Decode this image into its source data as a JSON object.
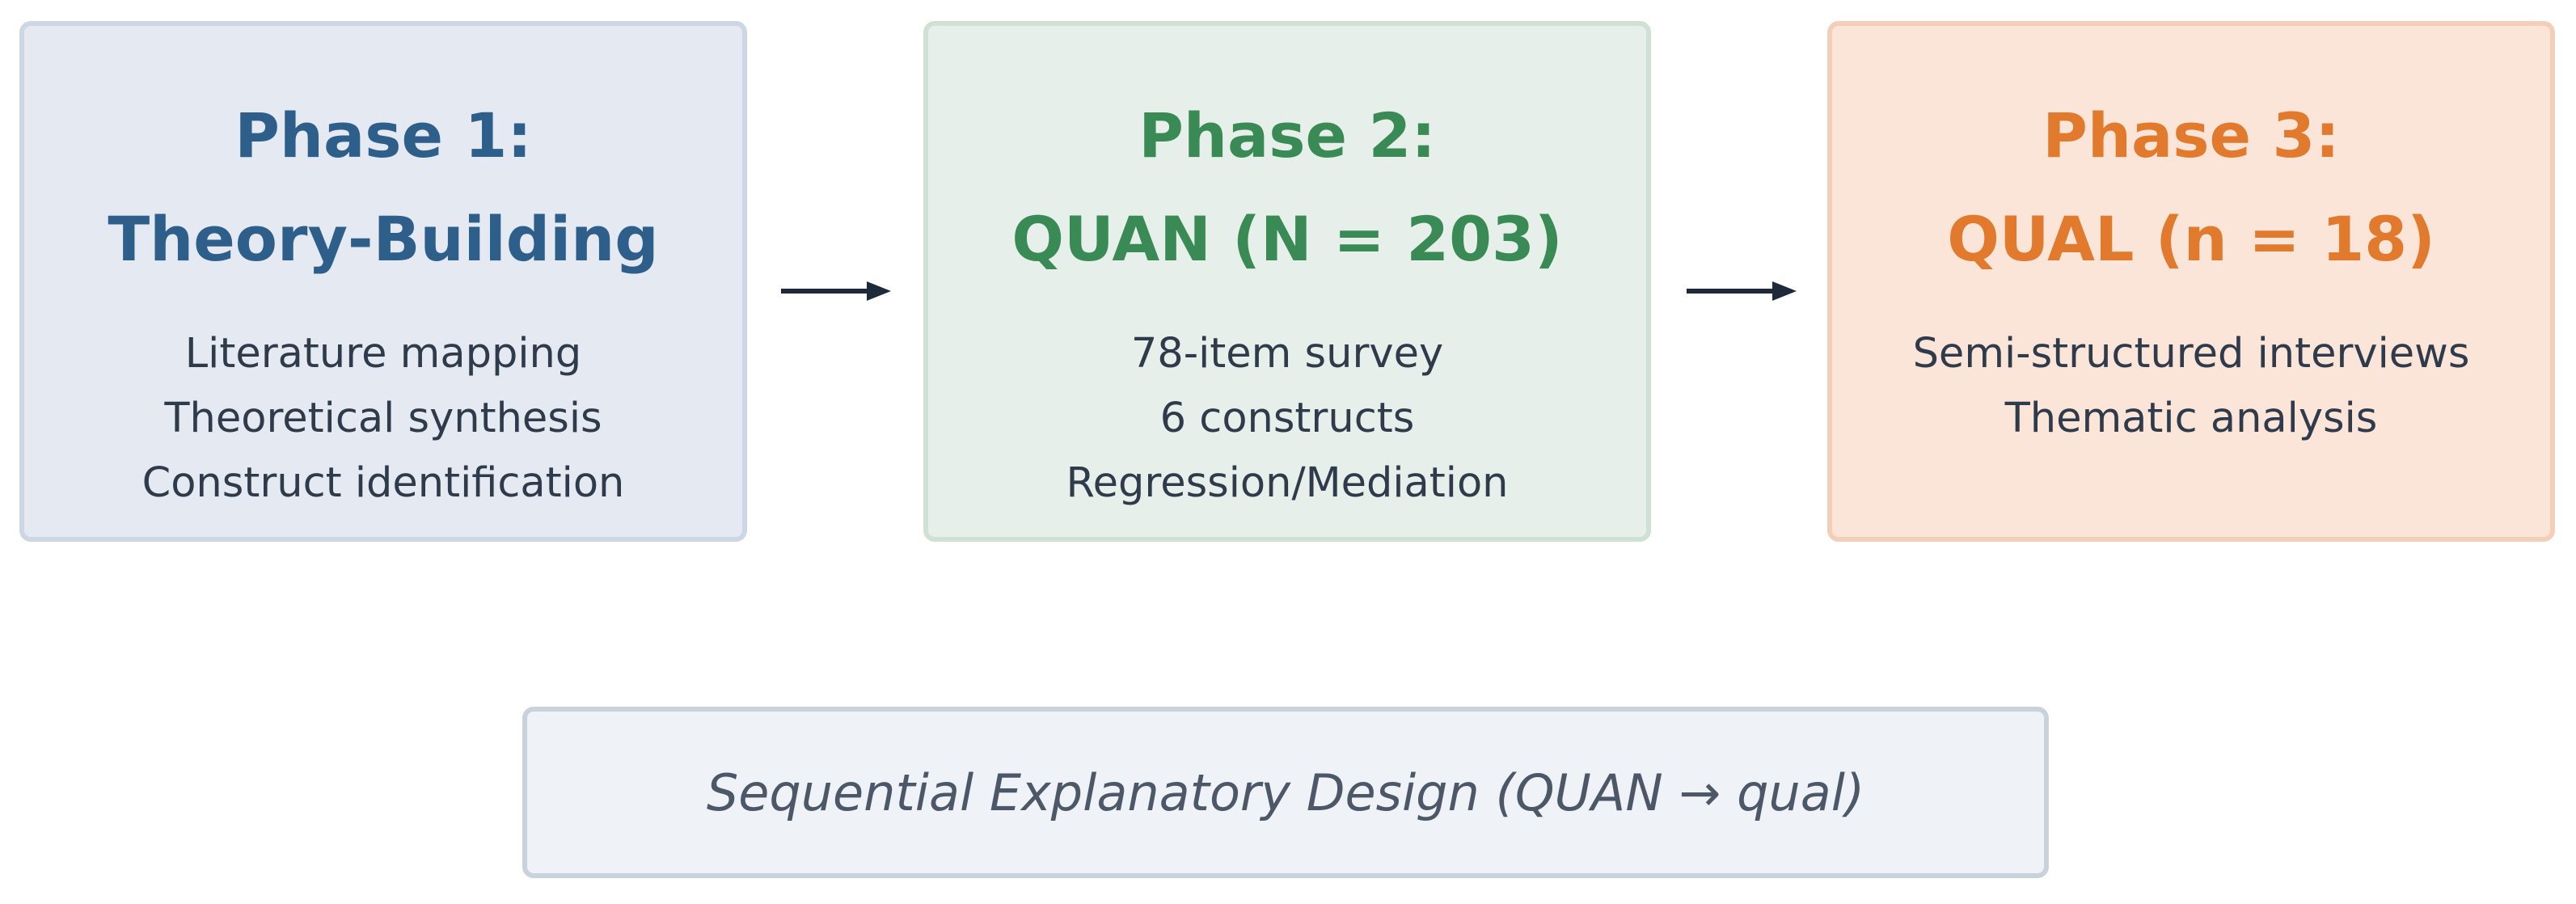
{
  "phases": [
    {
      "title_line1": "Phase 1:",
      "title_line2": "Theory-Building",
      "color": "#2e5f8b",
      "items": [
        "Literature mapping",
        "Theoretical synthesis",
        "Construct identification"
      ]
    },
    {
      "title_line1": "Phase 2:",
      "title_line2": "QUAN (N = 203)",
      "color": "#3a8a55",
      "items": [
        "78-item survey",
        "6 constructs",
        "Regression/Mediation"
      ]
    },
    {
      "title_line1": "Phase 3:",
      "title_line2": "QUAL (n = 18)",
      "color": "#e27a2e",
      "items": [
        "Semi-structured interviews",
        "Thematic analysis"
      ]
    }
  ],
  "design_label": "Sequential Explanatory Design (QUAN → qual)",
  "arrow_color": "#1e2a3a"
}
